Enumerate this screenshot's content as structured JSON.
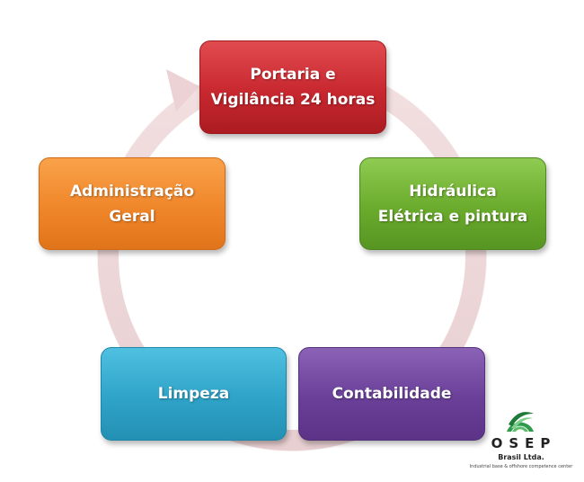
{
  "diagram": {
    "nodes": [
      {
        "id": "portaria",
        "lines": [
          "Portaria e",
          "Vigilância 24 horas"
        ],
        "color": "#c8282f"
      },
      {
        "id": "hidraulica",
        "lines": [
          "Hidráulica",
          "Elétrica e pintura"
        ],
        "color": "#6aab2c"
      },
      {
        "id": "contabilidade",
        "lines": [
          "Contabilidade"
        ],
        "color": "#6a3f98"
      },
      {
        "id": "limpeza",
        "lines": [
          "Limpeza"
        ],
        "color": "#2fa3c8"
      },
      {
        "id": "administracao",
        "lines": [
          "Administração",
          "Geral"
        ],
        "color": "#f0862a"
      }
    ],
    "cycle_color": "#ecd2d4"
  },
  "logo": {
    "name": "OSEP",
    "subtitle": "Brasil Ltda.",
    "tagline": "Industrial base & offshore competence center",
    "color": "#2e9a4c"
  }
}
